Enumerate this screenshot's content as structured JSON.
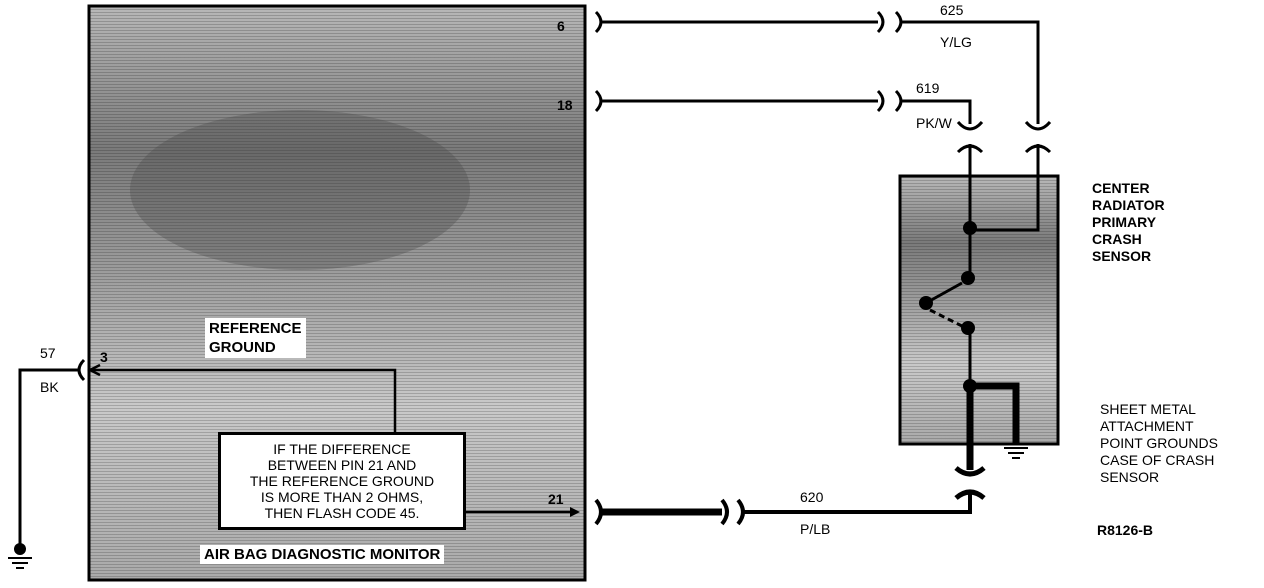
{
  "module": {
    "title": "AIR BAG DIAGNOSTIC MONITOR",
    "reference_ground_lines": [
      "REFERENCE",
      "GROUND"
    ],
    "pins": {
      "p6": "6",
      "p18": "18",
      "p3": "3",
      "p21": "21"
    }
  },
  "wires": {
    "w625": {
      "circuit": "625",
      "color": "Y/LG"
    },
    "w619": {
      "circuit": "619",
      "color": "PK/W"
    },
    "w620": {
      "circuit": "620",
      "color": "P/LB"
    },
    "w57": {
      "circuit": "57",
      "color": "BK"
    }
  },
  "sensor": {
    "label_lines": [
      "CENTER",
      "RADIATOR",
      "PRIMARY",
      "CRASH",
      "SENSOR"
    ]
  },
  "ground_note": {
    "lines": [
      "SHEET METAL",
      "ATTACHMENT",
      "POINT GROUNDS",
      "CASE OF CRASH",
      "SENSOR"
    ]
  },
  "test_note": {
    "lines": [
      "IF THE DIFFERENCE",
      "BETWEEN PIN 21 AND",
      "THE REFERENCE GROUND",
      "IS MORE THAN 2 OHMS,",
      "THEN FLASH CODE 45."
    ]
  },
  "figure_code": "R8126-B",
  "colors": {
    "panel": "#8a8a8a",
    "panel_dark": "#5e5e5e",
    "panel_light": "#bdbdbd",
    "line": "#000000"
  }
}
